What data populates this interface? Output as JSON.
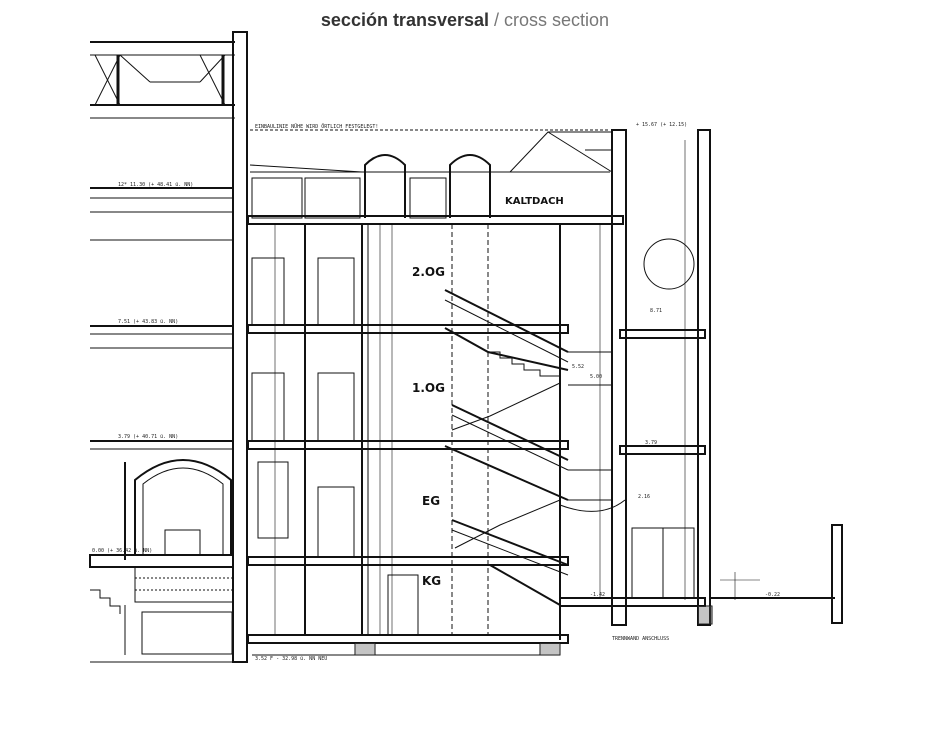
{
  "title": {
    "bold": "sección transversal",
    "separator": " / ",
    "light": "cross section"
  },
  "floor_labels": [
    "2.OG",
    "1.OG",
    "EG",
    "KG"
  ],
  "roof_label": "KALTDACH",
  "annotations": {
    "top_note": "EINBAULINIE NÜHE WIRD ÖRTLICH FESTGELEGT!",
    "top_right": "+ 15.67  (+ 12.15)",
    "level_3": "12* 11.30  (+ 48.41 ü. NN)",
    "level_2": "7.51  (+ 43.83 ü. NN)",
    "level_1": "3.79  (+ 40.71 ü. NN)",
    "level_0": "0.00  (+ 36.42 ü. NN)",
    "level_bottom": "3.52 F - 32.98 ü. NN  NEU",
    "trennwand": "TRENNWAND ANSCHLUSS",
    "ground_right": "-0.22",
    "stair_2": "5.52",
    "stair_1": "5.00",
    "basement": "-1.42",
    "right_1": "2.16",
    "right_2": "3.79",
    "right_3": "8.71"
  }
}
